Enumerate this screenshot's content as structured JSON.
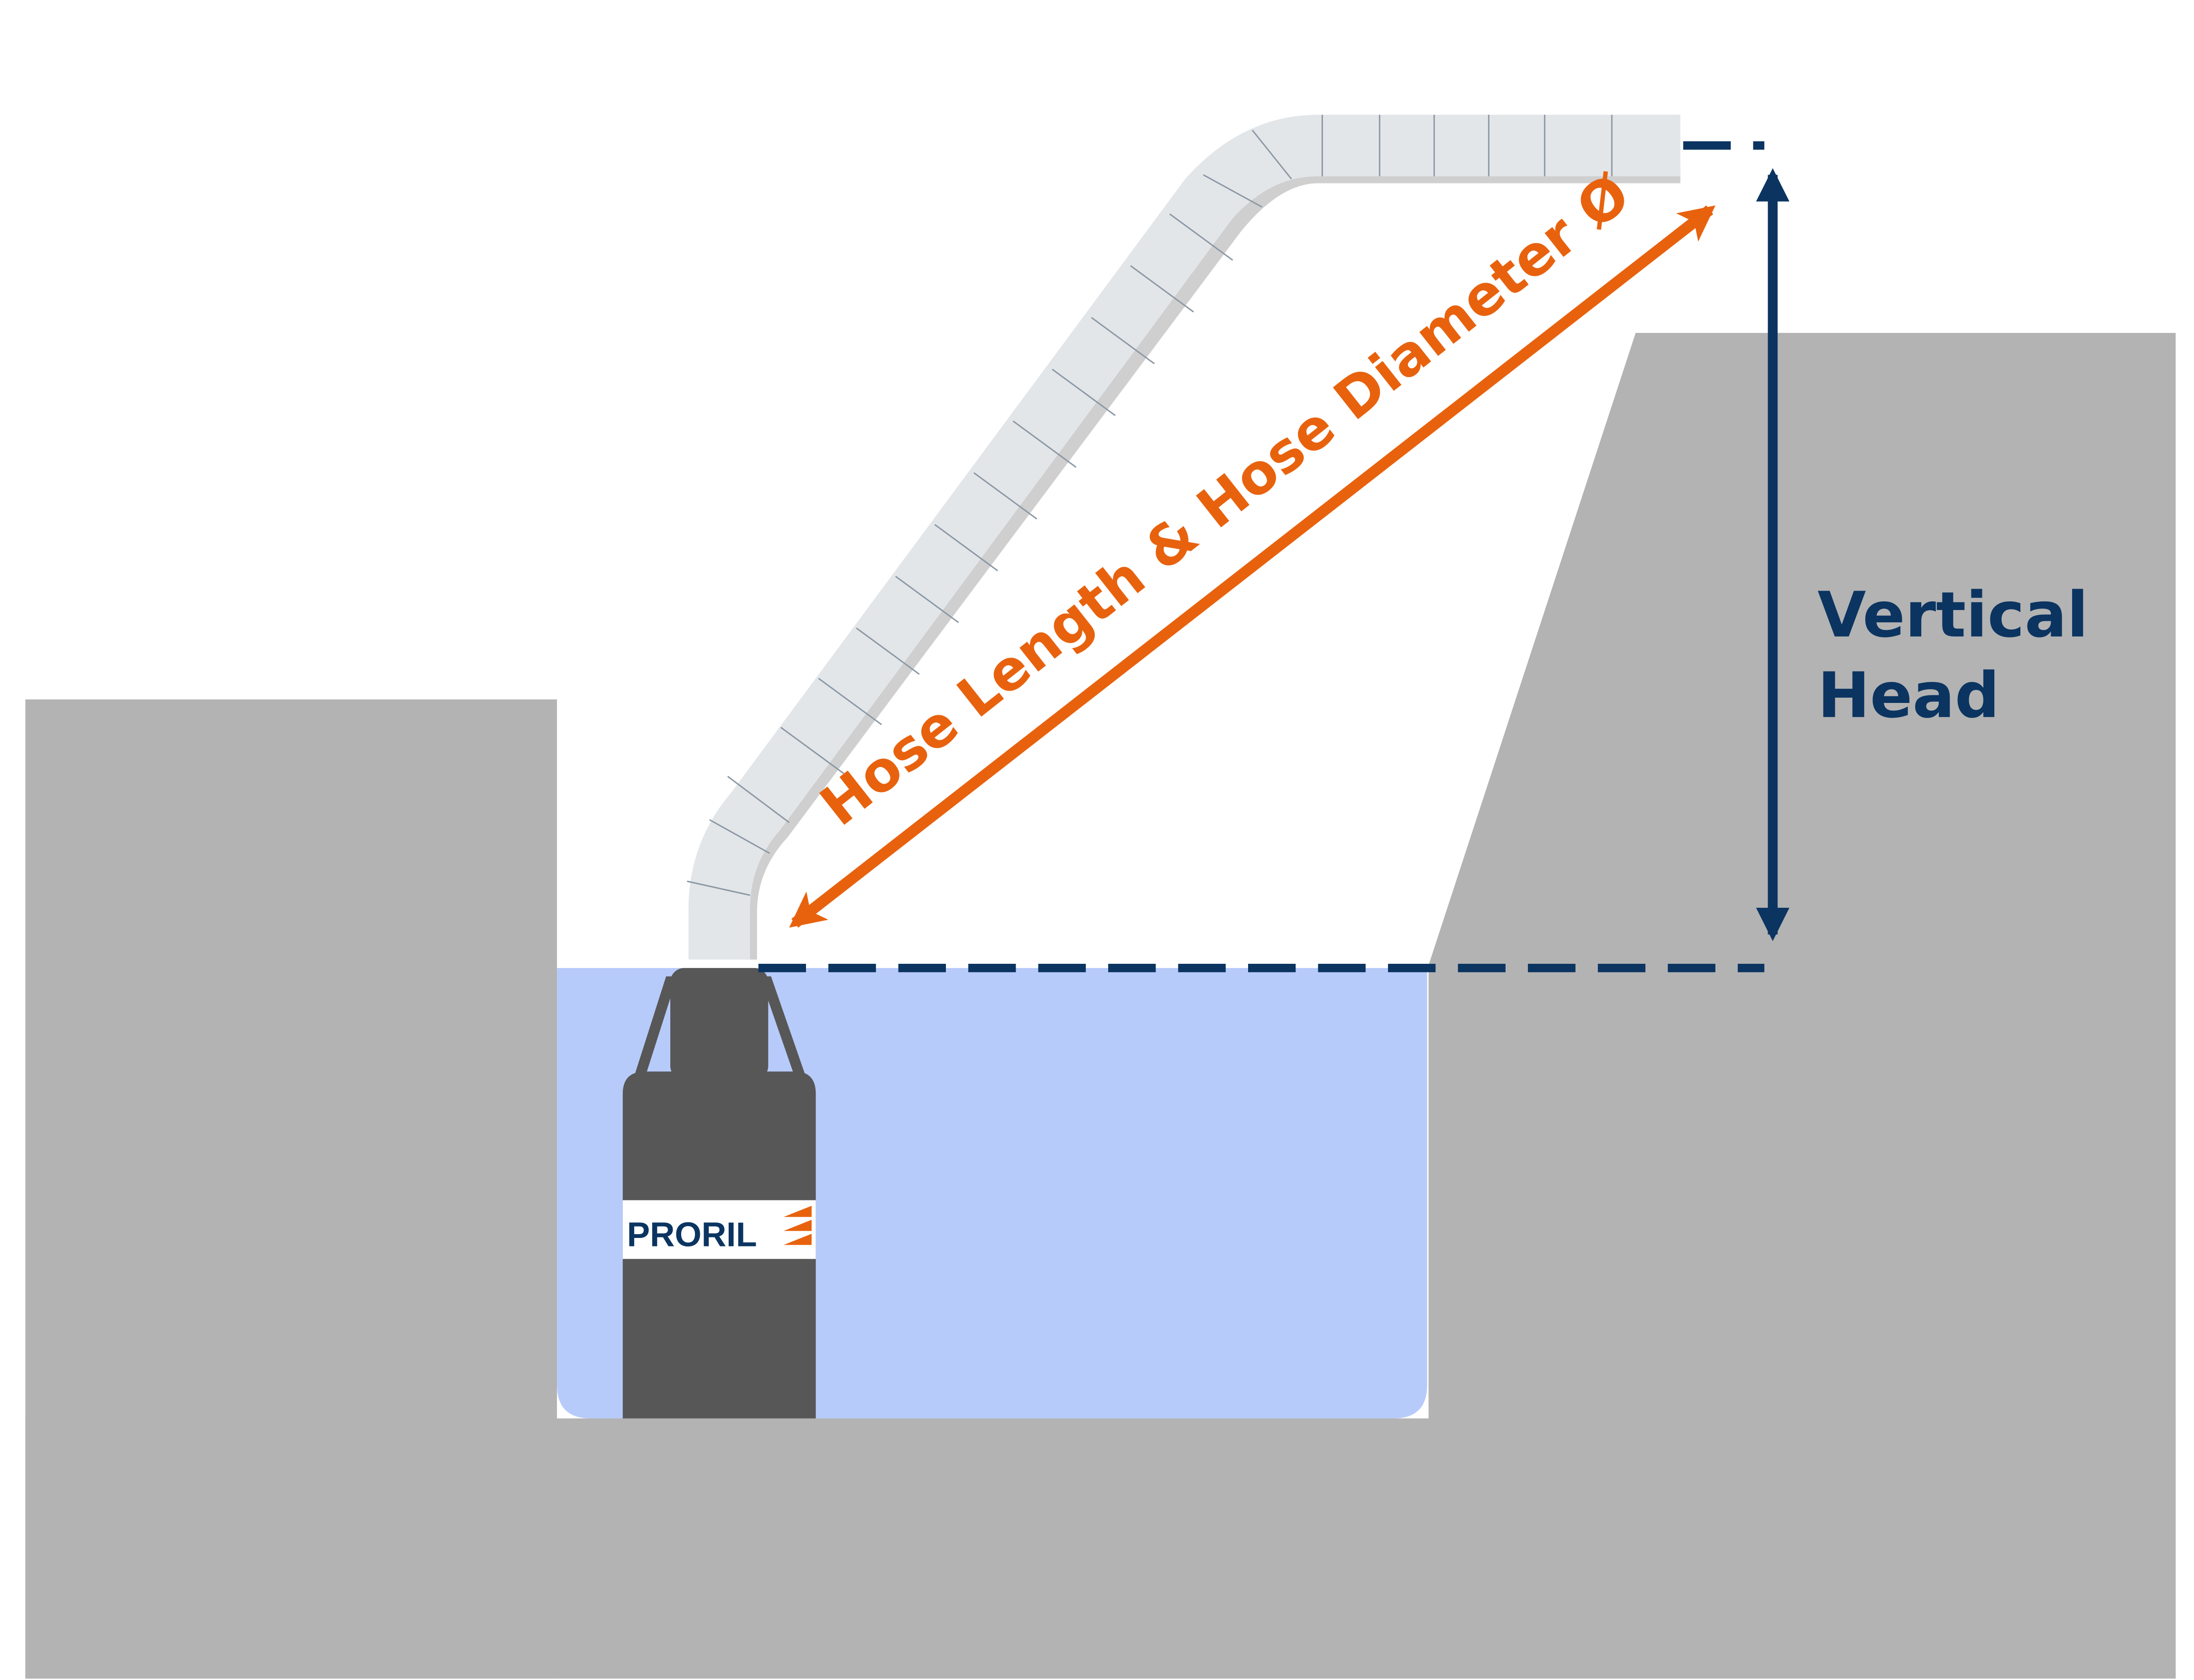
{
  "diagram": {
    "hose_label": "Hose Length & Hose Diameter Ø",
    "vertical_head_label": [
      "Vertical",
      "Head"
    ],
    "brand_name": "PRORIL",
    "colors": {
      "ground": "#b3b3b3",
      "water": "#b7cbfa",
      "pump_body": "#575757",
      "hose_fill": "#e3e6e9",
      "hose_shadow": "#cfcfcf",
      "accent_orange": "#e8620e",
      "navy": "#0b3461"
    },
    "icons": {
      "pump": "submersible-pump-icon",
      "brand_logo": "proril-logo-icon"
    }
  }
}
